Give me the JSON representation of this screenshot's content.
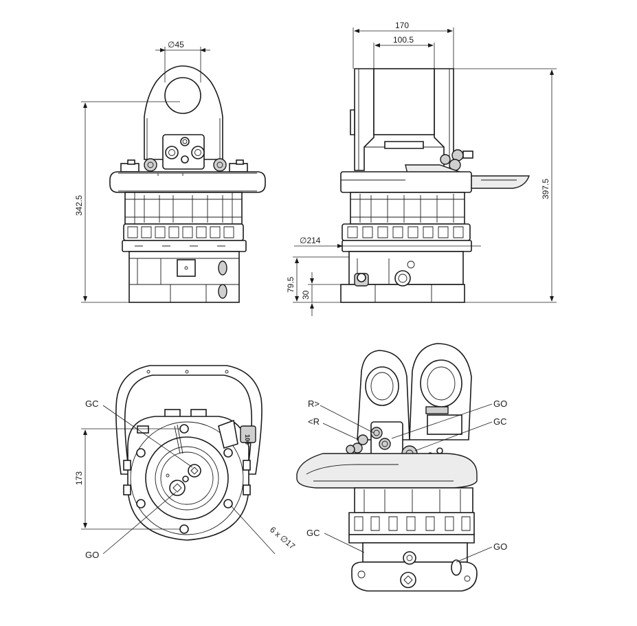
{
  "dimensions": {
    "top_eye_diameter": "45",
    "overall_width": "170",
    "inner_width": "100.5",
    "height_front": "342.5",
    "height_side": "397.5",
    "flange_diameter": "214",
    "lower_height": "79.5",
    "base_height": "30",
    "bolt_circle": "173",
    "bolt_holes": "6 x ",
    "bolt_hole_diameter": "17"
  },
  "symbols": {
    "diameter": "∅"
  },
  "badge": "100",
  "labels": {
    "gc_bottom_view_left": "GC",
    "go_bottom_view_left": "GO",
    "r_forward": "R>",
    "r_reverse": "<R",
    "go_iso_top": "GO",
    "gc_iso_top": "GC",
    "gc_iso_bottom": "GC",
    "go_iso_bottom": "GO"
  }
}
